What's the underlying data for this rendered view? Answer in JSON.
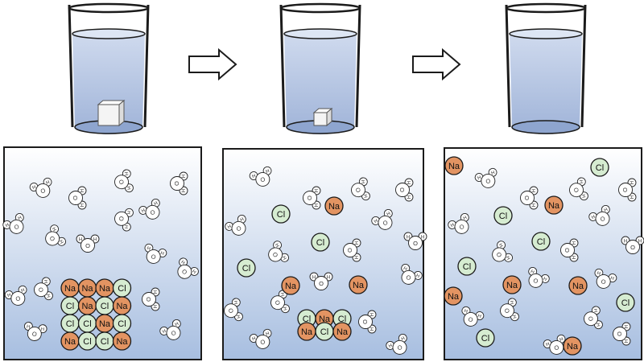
{
  "labels": {
    "sodium": "Na",
    "chloride": "Cl",
    "oxygen": "O",
    "hydrogen": "H"
  },
  "colors": {
    "sodium_fill": "#e39462",
    "chloride_fill": "#d6ecd1",
    "water_oxygen": "#ffffff",
    "water_hydrogen": "#ffffff",
    "panel_top": "#ffffff",
    "panel_bottom": "#a7bee0",
    "beaker_water": "#b7c7e4",
    "outline": "#1b1b1b"
  },
  "stages": [
    {
      "name": "crystal-intact"
    },
    {
      "name": "crystal-dissolving"
    },
    {
      "name": "fully-dissolved"
    }
  ],
  "icons": {
    "arrow": "right-arrow-icon",
    "beaker": "beaker-icon",
    "cube": "salt-crystal-icon"
  }
}
